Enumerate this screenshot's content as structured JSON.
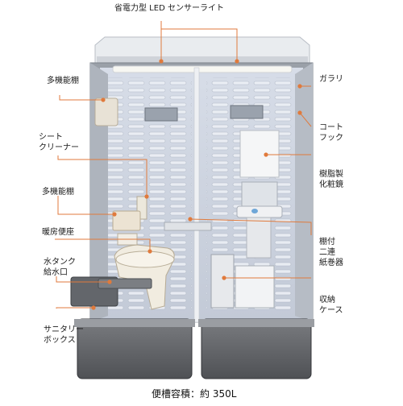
{
  "labels": {
    "led": "省電力型 LED センサーライト",
    "shelf_top": "多機能棚",
    "seat_cleaner_1": "シート",
    "seat_cleaner_2": "クリーナー",
    "shelf_mid": "多機能棚",
    "heated_seat": "暖房便座",
    "water_tank_1": "水タンク",
    "water_tank_2": "給水口",
    "sanitary_1": "サニタリー",
    "sanitary_2": "ボックス",
    "railing": "ガラリ",
    "coat_1": "コート",
    "coat_2": "フック",
    "mirror_1": "樹脂製",
    "mirror_2": "化粧鏡",
    "paper_1": "棚付",
    "paper_2": "二連",
    "paper_3": "紙巻器",
    "storage_1": "収納",
    "storage_2": "ケース"
  },
  "caption": "便槽容積：約 350L",
  "colors": {
    "leader_line": "#e07a3c",
    "marker": "#e07a3c"
  }
}
